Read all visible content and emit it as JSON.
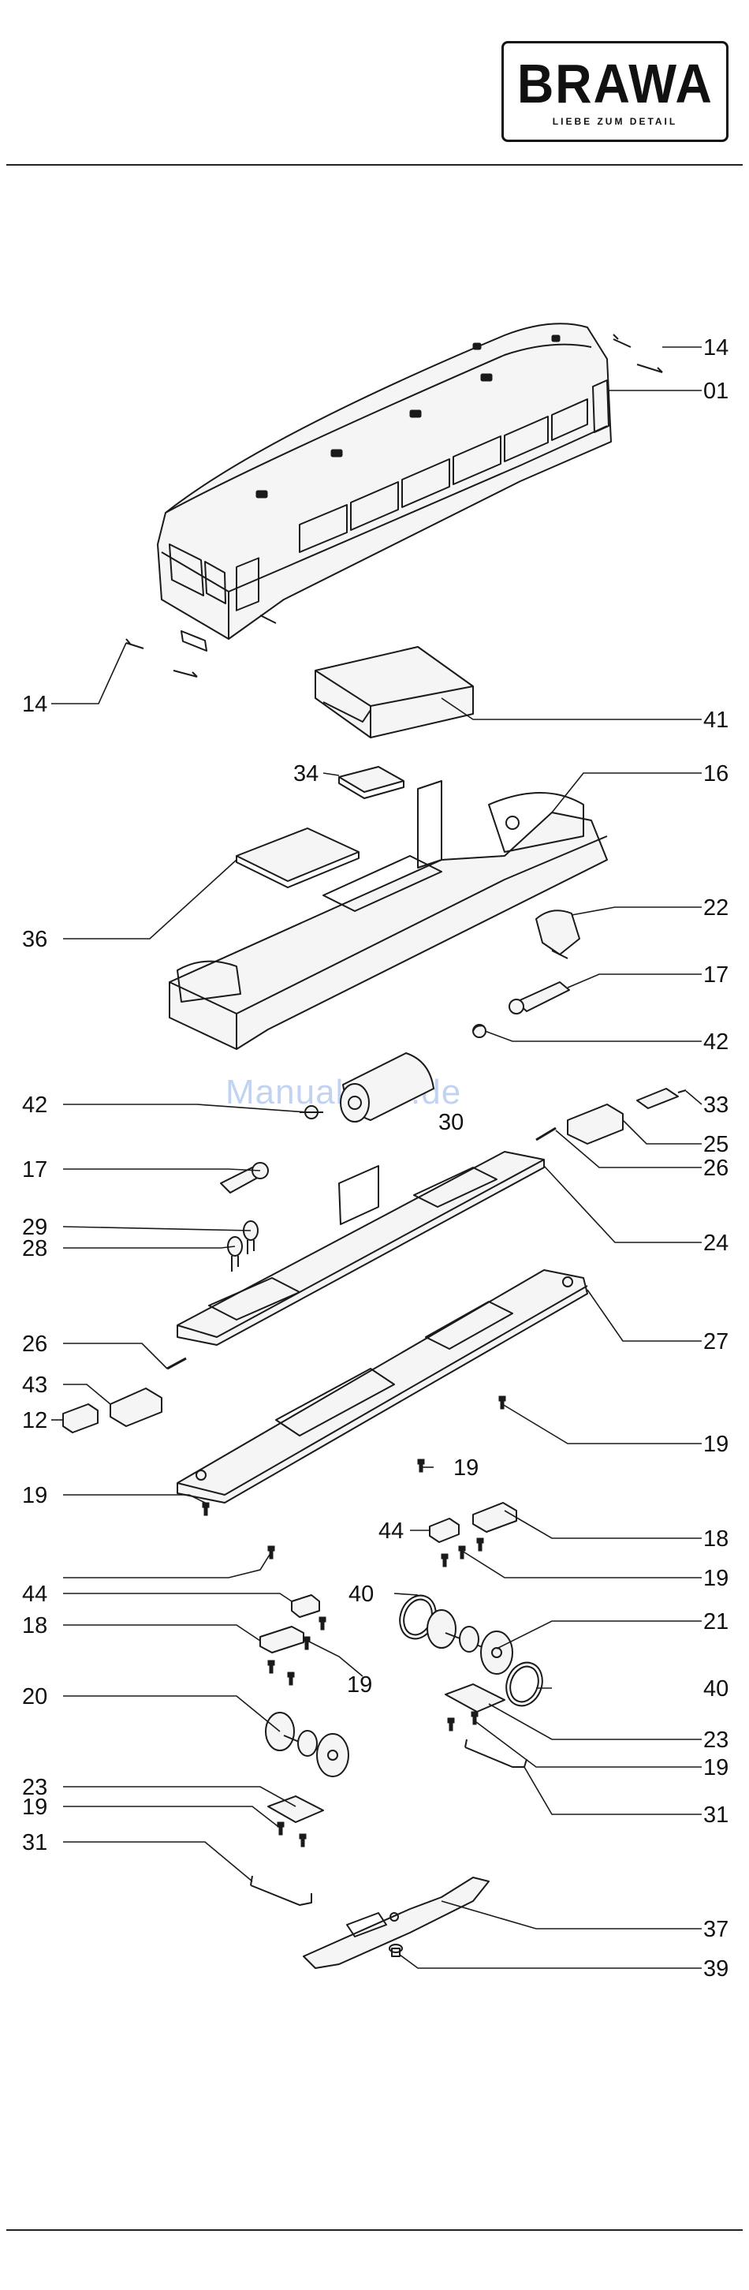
{
  "header": {
    "logo_text": "BRAWA",
    "tagline": "LIEBE ZUM DETAIL"
  },
  "watermark": "ManualsLib.de",
  "parts": [
    {
      "id": "p14a",
      "label": "14"
    },
    {
      "id": "p01",
      "label": "01"
    },
    {
      "id": "p14b",
      "label": "14"
    },
    {
      "id": "p41",
      "label": "41"
    },
    {
      "id": "p34",
      "label": "34"
    },
    {
      "id": "p16",
      "label": "16"
    },
    {
      "id": "p36",
      "label": "36"
    },
    {
      "id": "p22",
      "label": "22"
    },
    {
      "id": "p17a",
      "label": "17"
    },
    {
      "id": "p42a",
      "label": "42"
    },
    {
      "id": "p42b",
      "label": "42"
    },
    {
      "id": "p30",
      "label": "30"
    },
    {
      "id": "p33",
      "label": "33"
    },
    {
      "id": "p25",
      "label": "25"
    },
    {
      "id": "p17b",
      "label": "17"
    },
    {
      "id": "p26a",
      "label": "26"
    },
    {
      "id": "p29",
      "label": "29"
    },
    {
      "id": "p28",
      "label": "28"
    },
    {
      "id": "p24",
      "label": "24"
    },
    {
      "id": "p26b",
      "label": "26"
    },
    {
      "id": "p27",
      "label": "27"
    },
    {
      "id": "p43",
      "label": "43"
    },
    {
      "id": "p12",
      "label": "12"
    },
    {
      "id": "p19a",
      "label": "19"
    },
    {
      "id": "p19b",
      "label": "19"
    },
    {
      "id": "p19c",
      "label": "19"
    },
    {
      "id": "p44a",
      "label": "44"
    },
    {
      "id": "p18a",
      "label": "18"
    },
    {
      "id": "p19d",
      "label": "19"
    },
    {
      "id": "p40a",
      "label": "40"
    },
    {
      "id": "p44b",
      "label": "44"
    },
    {
      "id": "p21",
      "label": "21"
    },
    {
      "id": "p18b",
      "label": "18"
    },
    {
      "id": "p19e",
      "label": "19"
    },
    {
      "id": "p40b",
      "label": "40"
    },
    {
      "id": "p20",
      "label": "20"
    },
    {
      "id": "p23a",
      "label": "23"
    },
    {
      "id": "p19f",
      "label": "19"
    },
    {
      "id": "p23b",
      "label": "23"
    },
    {
      "id": "p31a",
      "label": "31"
    },
    {
      "id": "p19g",
      "label": "19"
    },
    {
      "id": "p31b",
      "label": "31"
    },
    {
      "id": "p37",
      "label": "37"
    },
    {
      "id": "p39",
      "label": "39"
    }
  ]
}
